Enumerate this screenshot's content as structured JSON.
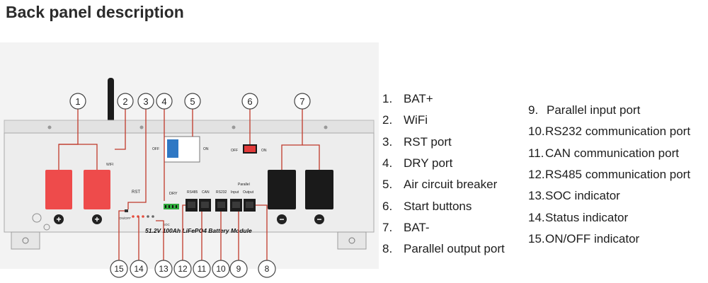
{
  "title": "Back panel description",
  "callouts": [
    "1",
    "2",
    "3",
    "4",
    "5",
    "6",
    "7",
    "8",
    "9",
    "10",
    "11",
    "12",
    "13",
    "14",
    "15"
  ],
  "panel": {
    "model_label": "51.2V 100Ah LiFePO4 Battery Module",
    "wifi_label": "WIFI",
    "rst_label": "RST",
    "dry_label": "DRY",
    "breaker_off": "OFF",
    "breaker_on": "ON",
    "switch_off": "OFF",
    "switch_on": "ON",
    "rs485_label": "RS485",
    "can_label": "CAN",
    "rs232_label": "RS232",
    "parallel_label": "Parallel",
    "input_label": "Input",
    "output_label": "Output",
    "plus_symbol": "+",
    "minus_symbol": "−",
    "on_off_label": "ON/OFF",
    "soc_label": "SOC"
  },
  "legend_left": [
    {
      "num": "1.",
      "text": "BAT+"
    },
    {
      "num": "2.",
      "text": "WiFi"
    },
    {
      "num": "3.",
      "text": "RST port"
    },
    {
      "num": "4.",
      "text": "DRY port"
    },
    {
      "num": "5.",
      "text": "Air circuit breaker"
    },
    {
      "num": "6.",
      "text": "Start buttons"
    },
    {
      "num": "7.",
      "text": "BAT-"
    },
    {
      "num": "8.",
      "text": "Parallel output port"
    }
  ],
  "legend_right": [
    {
      "num": "9.",
      "text": "Parallel input port"
    },
    {
      "num": "10.",
      "text": "RS232 communication port"
    },
    {
      "num": "11.",
      "text": "CAN communication port"
    },
    {
      "num": "12.",
      "text": "RS485 communication port"
    },
    {
      "num": "13.",
      "text": "SOC indicator"
    },
    {
      "num": "14.",
      "text": "Status indicator"
    },
    {
      "num": "15.",
      "text": "ON/OFF indicator"
    }
  ],
  "colors": {
    "leader": "#c0392b",
    "terminal_positive": "#ee4b4b",
    "terminal_negative": "#1a1a1a",
    "breaker": "#2f78c4",
    "switch": "#e23b3b",
    "panel": "#eeeeee"
  }
}
